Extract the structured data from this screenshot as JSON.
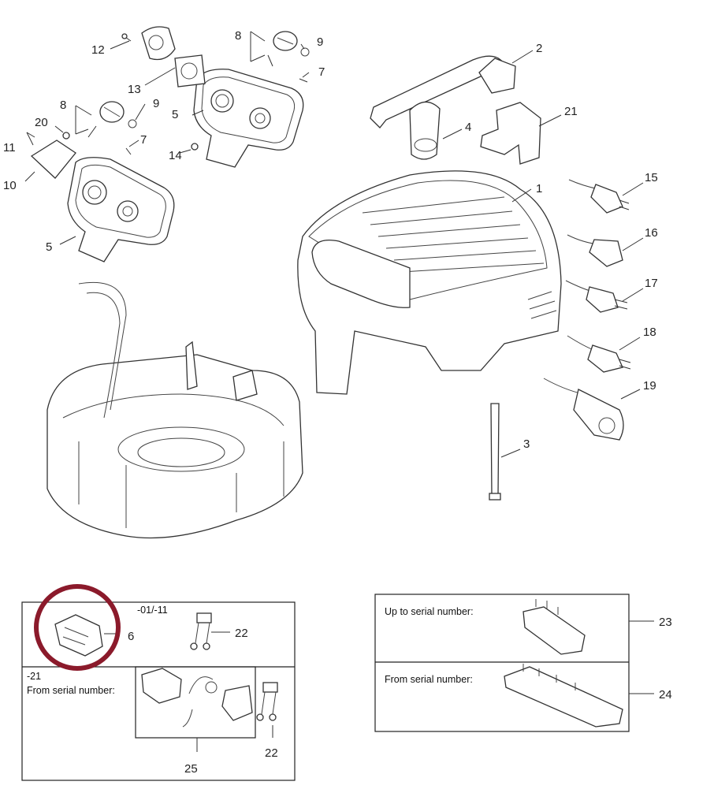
{
  "callouts": {
    "c1": "1",
    "c2": "2",
    "c3": "3",
    "c4": "4",
    "c5a": "5",
    "c5b": "5",
    "c6": "6",
    "c7a": "7",
    "c7b": "7",
    "c8a": "8",
    "c8b": "8",
    "c9a": "9",
    "c9b": "9",
    "c10": "10",
    "c11": "11",
    "c12": "12",
    "c13": "13",
    "c14": "14",
    "c15": "15",
    "c16": "16",
    "c17": "17",
    "c18": "18",
    "c19": "19",
    "c20": "20",
    "c21": "21",
    "c22a": "22",
    "c22b": "22",
    "c23": "23",
    "c24": "24",
    "c25": "25"
  },
  "inset_left": {
    "variant_top": "-01/-11",
    "variant_bottom": "-21",
    "from_serial": "From serial number:"
  },
  "inset_right": {
    "up_to_serial": "Up to serial number:",
    "from_serial": "From serial number:"
  },
  "highlight_color": "#8b1a2b"
}
